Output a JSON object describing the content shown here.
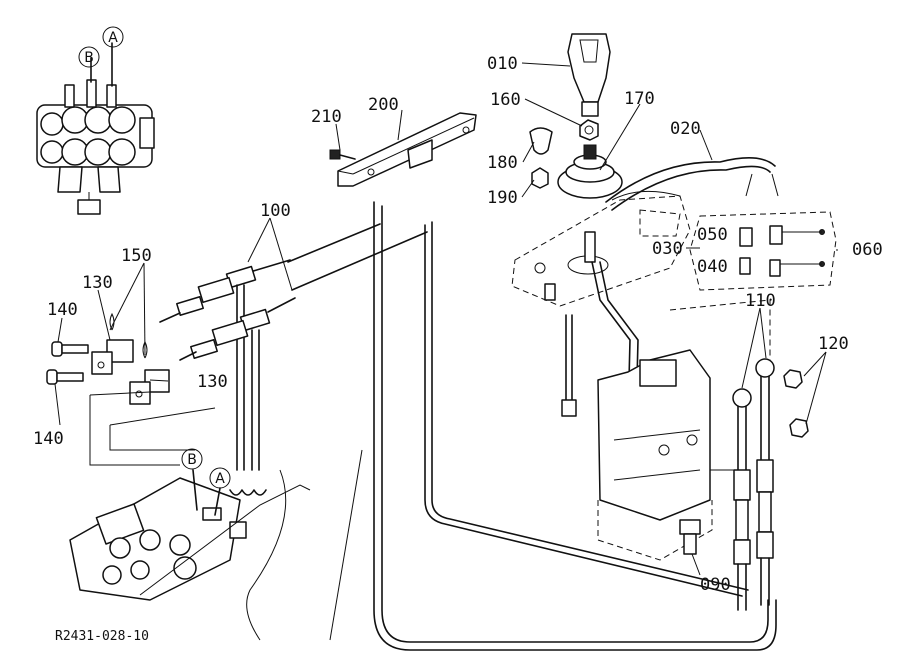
{
  "figure_ref": "R2431-028-10",
  "callouts": {
    "c010": "010",
    "c020": "020",
    "c030": "030",
    "c040": "040",
    "c050": "050",
    "c060": "060",
    "c090": "090",
    "c100": "100",
    "c110": "110",
    "c120": "120",
    "c130a": "130",
    "c130b": "130",
    "c140a": "140",
    "c140b": "140",
    "c150": "150",
    "c160": "160",
    "c170": "170",
    "c180": "180",
    "c190": "190",
    "c200": "200",
    "c210": "210"
  },
  "port_markers": {
    "a_top": "A",
    "b_top": "B",
    "a_bottom": "A",
    "b_bottom": "B"
  }
}
